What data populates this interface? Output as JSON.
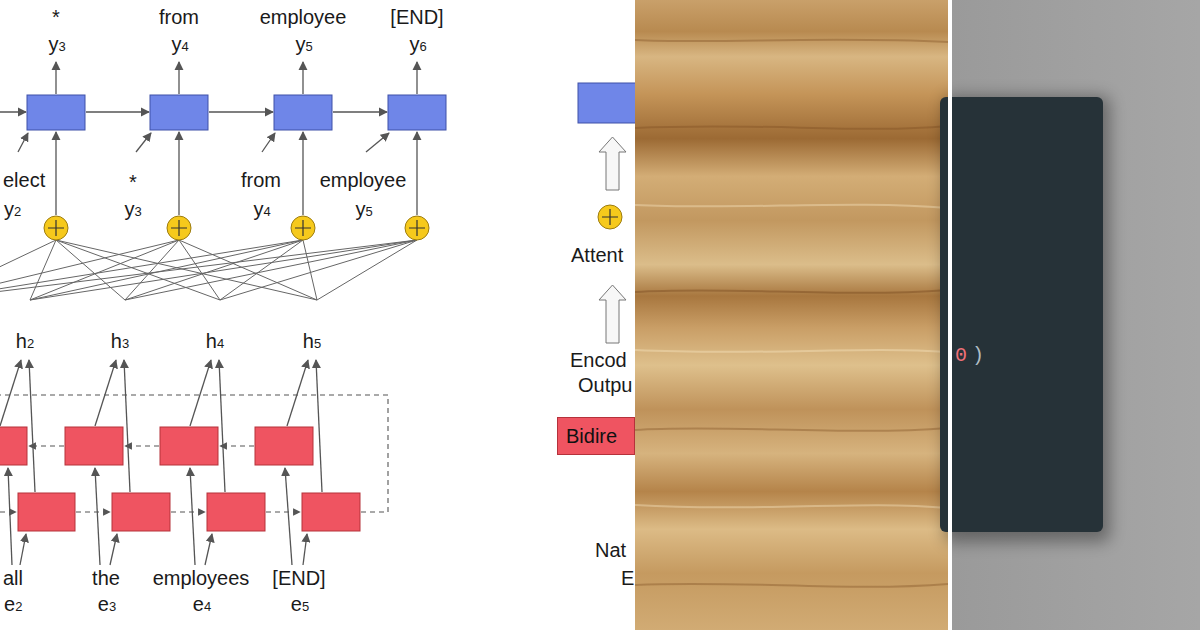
{
  "diagram": {
    "nodes": [
      {
        "text": [
          "Bidire"
        ]
      }
    ],
    "labels": [
      "*",
      "y3",
      "from",
      "y4",
      "employee",
      "y5",
      "[END]",
      "y6",
      "elect",
      "y2",
      "*",
      "y3",
      "from",
      "y4",
      "employee",
      "y5",
      "h2",
      "h3",
      "h4",
      "h5",
      "all",
      "e2",
      "the",
      "e3",
      "employees",
      "e4",
      "[END]",
      "e5",
      "Attent",
      "Encod",
      "Outpu",
      "Nat",
      "E",
      "0",
      ")"
    ]
  }
}
